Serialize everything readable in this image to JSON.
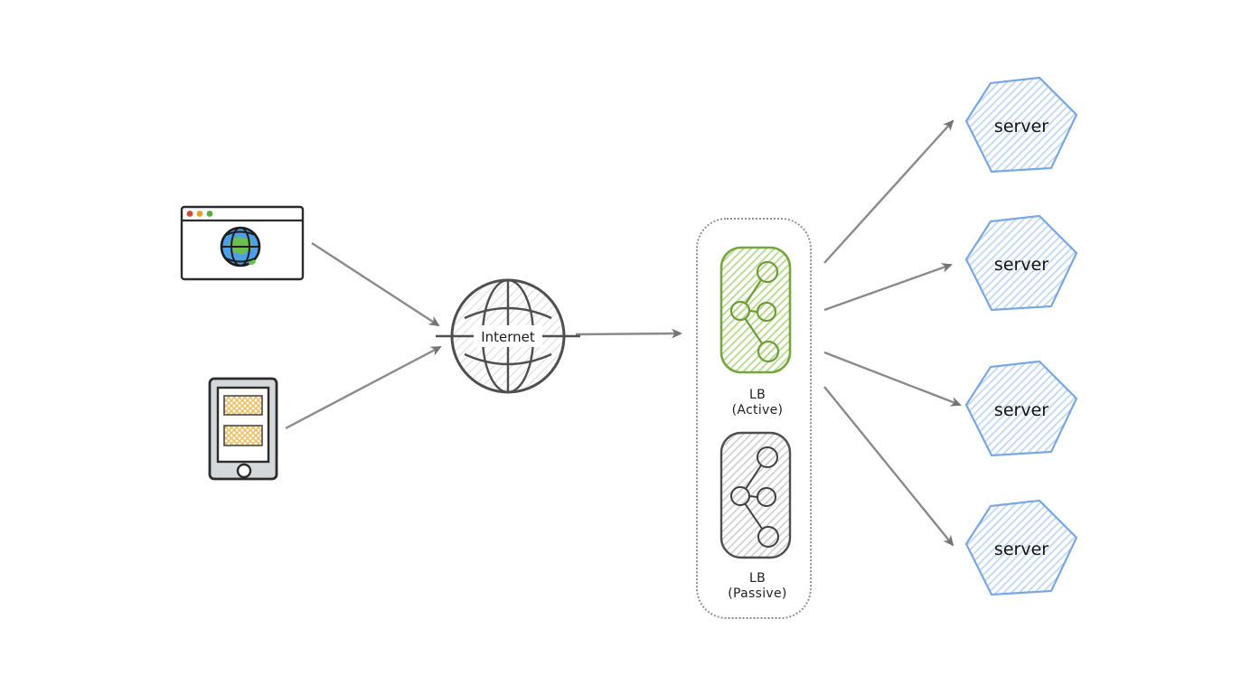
{
  "diagram": {
    "type": "load-balancer-architecture"
  },
  "clients": {
    "browser": {
      "traffic_light_colors": [
        "#cf4a3c",
        "#e0a32e",
        "#58a942"
      ]
    },
    "phone": {}
  },
  "internet": {
    "label": "Internet"
  },
  "lb_group": {
    "active": {
      "line1": "LB",
      "line2": "(Active)"
    },
    "passive": {
      "line1": "LB",
      "line2": "(Passive)"
    }
  },
  "servers": [
    {
      "label": "server"
    },
    {
      "label": "server"
    },
    {
      "label": "server"
    },
    {
      "label": "server"
    }
  ],
  "colors": {
    "active_lb_stroke": "#76a63f",
    "active_lb_hatch": "#b6d98c",
    "passive_lb_stroke": "#4f4f4f",
    "passive_lb_hatch": "#cccccc",
    "server_stroke": "#78a7e3",
    "server_hatch": "#c3d9f2",
    "arrow": "#8a8a8a",
    "globe_stroke": "#4f4f4f",
    "phone_body": "#d5d8db",
    "browser_globe_blue": "#4d9fe6",
    "browser_globe_green": "#6cbf4f",
    "phone_rect_hatch": "#edbd5e"
  }
}
